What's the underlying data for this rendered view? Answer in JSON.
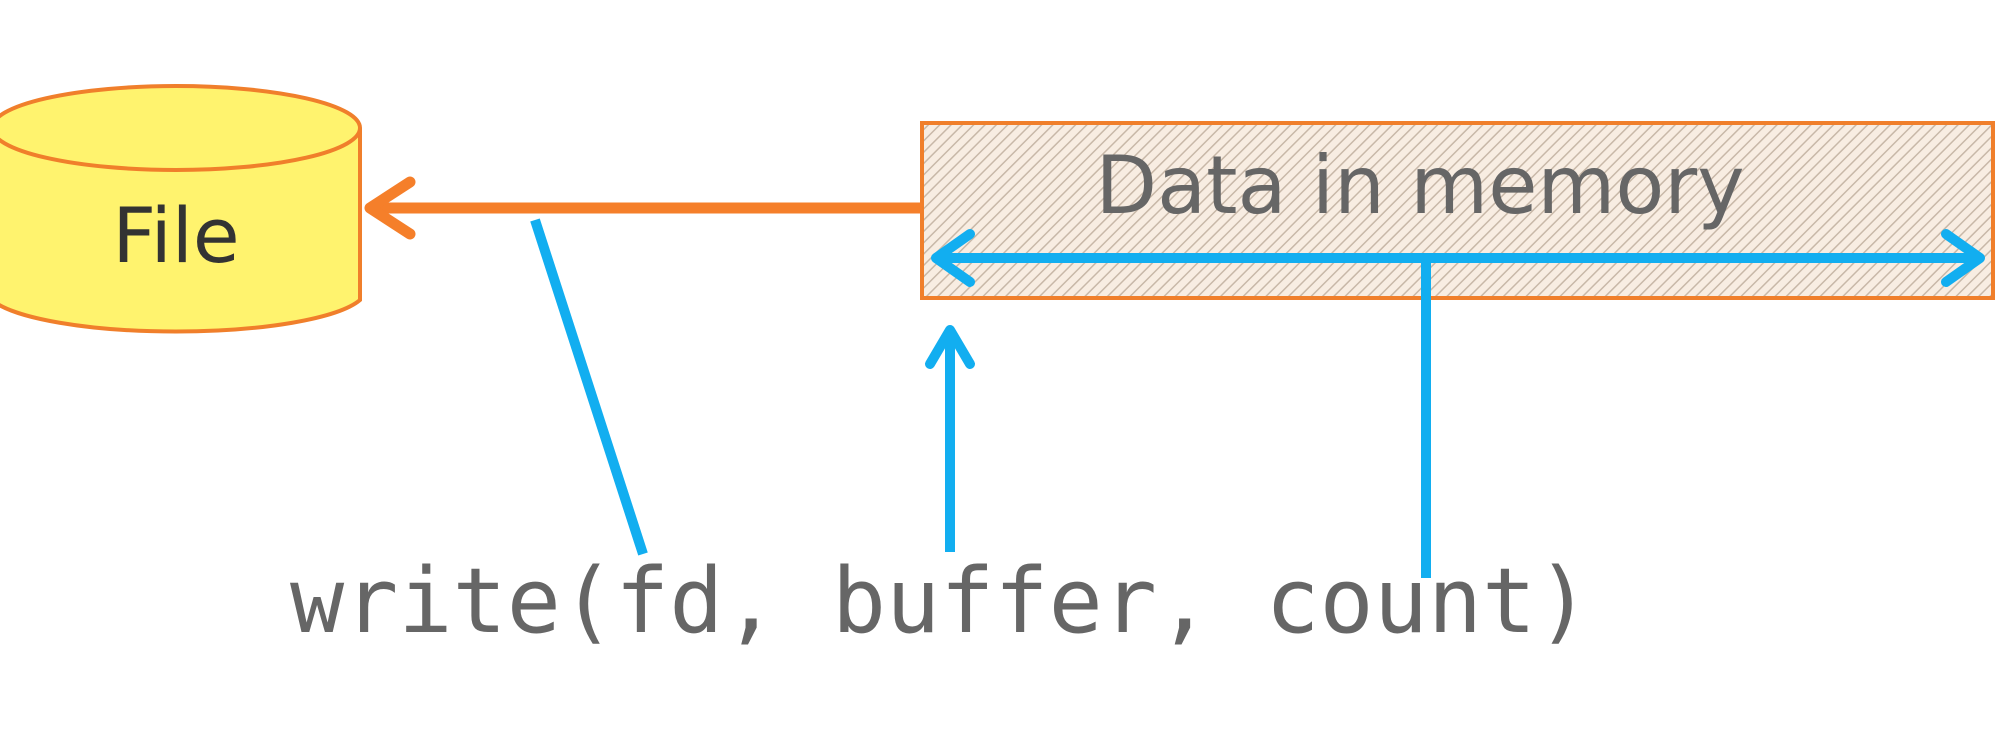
{
  "file": {
    "label": "File"
  },
  "memory": {
    "label": "Data in memory"
  },
  "call": {
    "text": "write(fd, buffer, count)"
  },
  "colors": {
    "file_fill": "#fff36e",
    "file_stroke": "#f07f2b",
    "memory_stroke": "#f07f2b",
    "memory_hatch_bg": "#f8ede2",
    "memory_hatch_line": "#c8b8a8",
    "write_arrow": "#f57f2a",
    "pointer": "#12aef0",
    "text_dark": "#333333",
    "text_gray": "#666666"
  }
}
